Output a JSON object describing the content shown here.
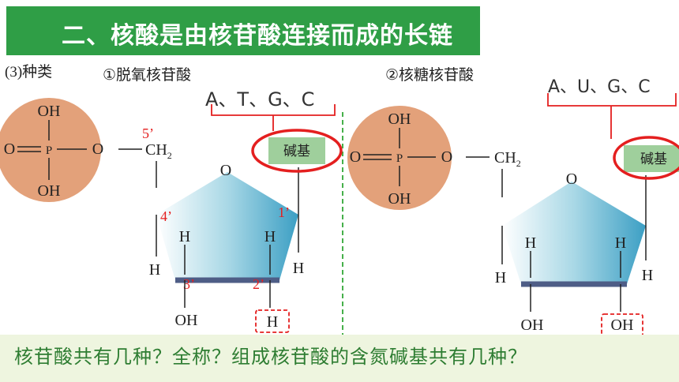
{
  "title": "二、核酸是由核苷酸连接而成的长链",
  "category_label": "(3)种类",
  "left": {
    "heading": "①脱氧核苷酸",
    "bases": "A、T、G、C",
    "base_box": "碱基",
    "phosphate": {
      "oh_top": "OH",
      "o_left": "O",
      "p": "P",
      "o_right": "O",
      "oh_bottom": "OH"
    },
    "ch2": "CH",
    "ch2_sub": "2",
    "ring_o": "O",
    "carbon_labels": [
      "5’",
      "4’",
      "1’",
      "3’",
      "2’"
    ],
    "h_left_outer": "H",
    "h_c4": "H",
    "h_c1": "H",
    "h_right_outer": "H",
    "oh_c3": "OH",
    "h_c2": "H"
  },
  "right": {
    "heading": "②核糖核苷酸",
    "bases": "A、U、G、C",
    "base_box": "碱基",
    "phosphate": {
      "oh_top": "OH",
      "o_left": "O",
      "p": "P",
      "o_right": "O",
      "oh_bottom": "OH"
    },
    "ch2": "CH",
    "ch2_sub": "2",
    "ring_o": "O",
    "h_left_outer": "H",
    "h_c4": "H",
    "h_c1": "H",
    "h_right_outer": "H",
    "oh_c3": "OH",
    "oh_c2": "OH"
  },
  "question": "核苷酸共有几种？全称？组成核苷酸的含氮碱基共有几种？",
  "colors": {
    "title_bg": "#2f9e46",
    "phosphate": "#e3a17a",
    "base_box": "#9fcf9c",
    "highlight_red": "#e41f1f",
    "question_text": "#2e7d32",
    "divider": "#46b04a"
  }
}
